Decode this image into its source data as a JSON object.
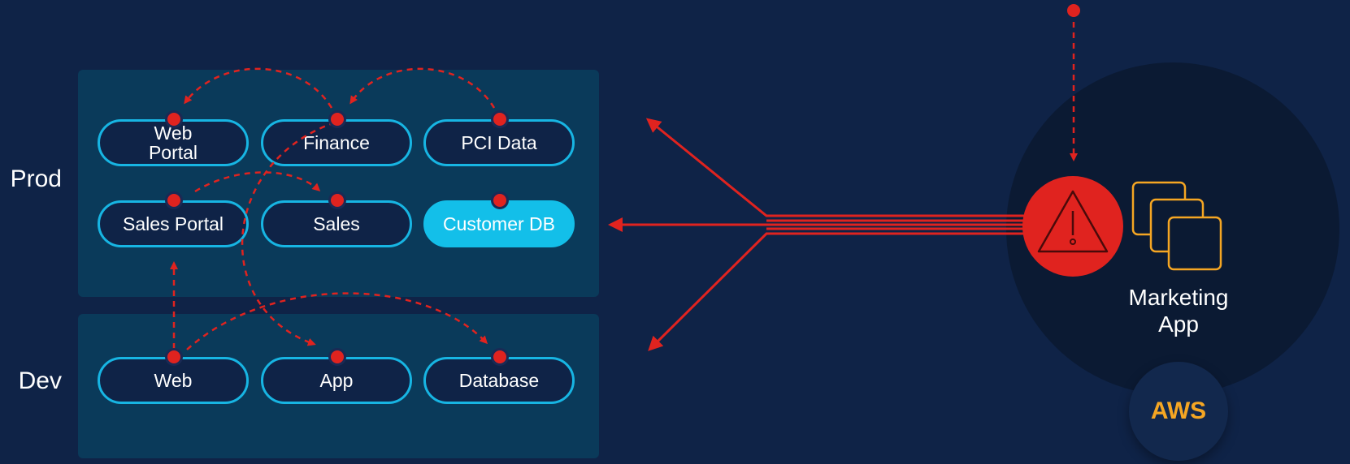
{
  "environments": [
    {
      "label": "Prod"
    },
    {
      "label": "Dev"
    }
  ],
  "prod_nodes": [
    {
      "label": "Web\nPortal"
    },
    {
      "label": "Finance"
    },
    {
      "label": "PCI Data"
    },
    {
      "label": "Sales Portal"
    },
    {
      "label": "Sales"
    },
    {
      "label": "Customer DB"
    }
  ],
  "dev_nodes": [
    {
      "label": "Web"
    },
    {
      "label": "App"
    },
    {
      "label": "Database"
    }
  ],
  "cloud": {
    "app_label": "Marketing\nApp",
    "provider": "AWS",
    "alert_icon": "warning-triangle-icon",
    "app_icon": "stacked-windows-icon"
  },
  "colors": {
    "background": "#0f2347",
    "panel": "#0a3a5a",
    "node_border": "#17b5e3",
    "highlight_node": "#13bfe9",
    "threat_red": "#e0231f",
    "aws_orange": "#f5a623"
  }
}
